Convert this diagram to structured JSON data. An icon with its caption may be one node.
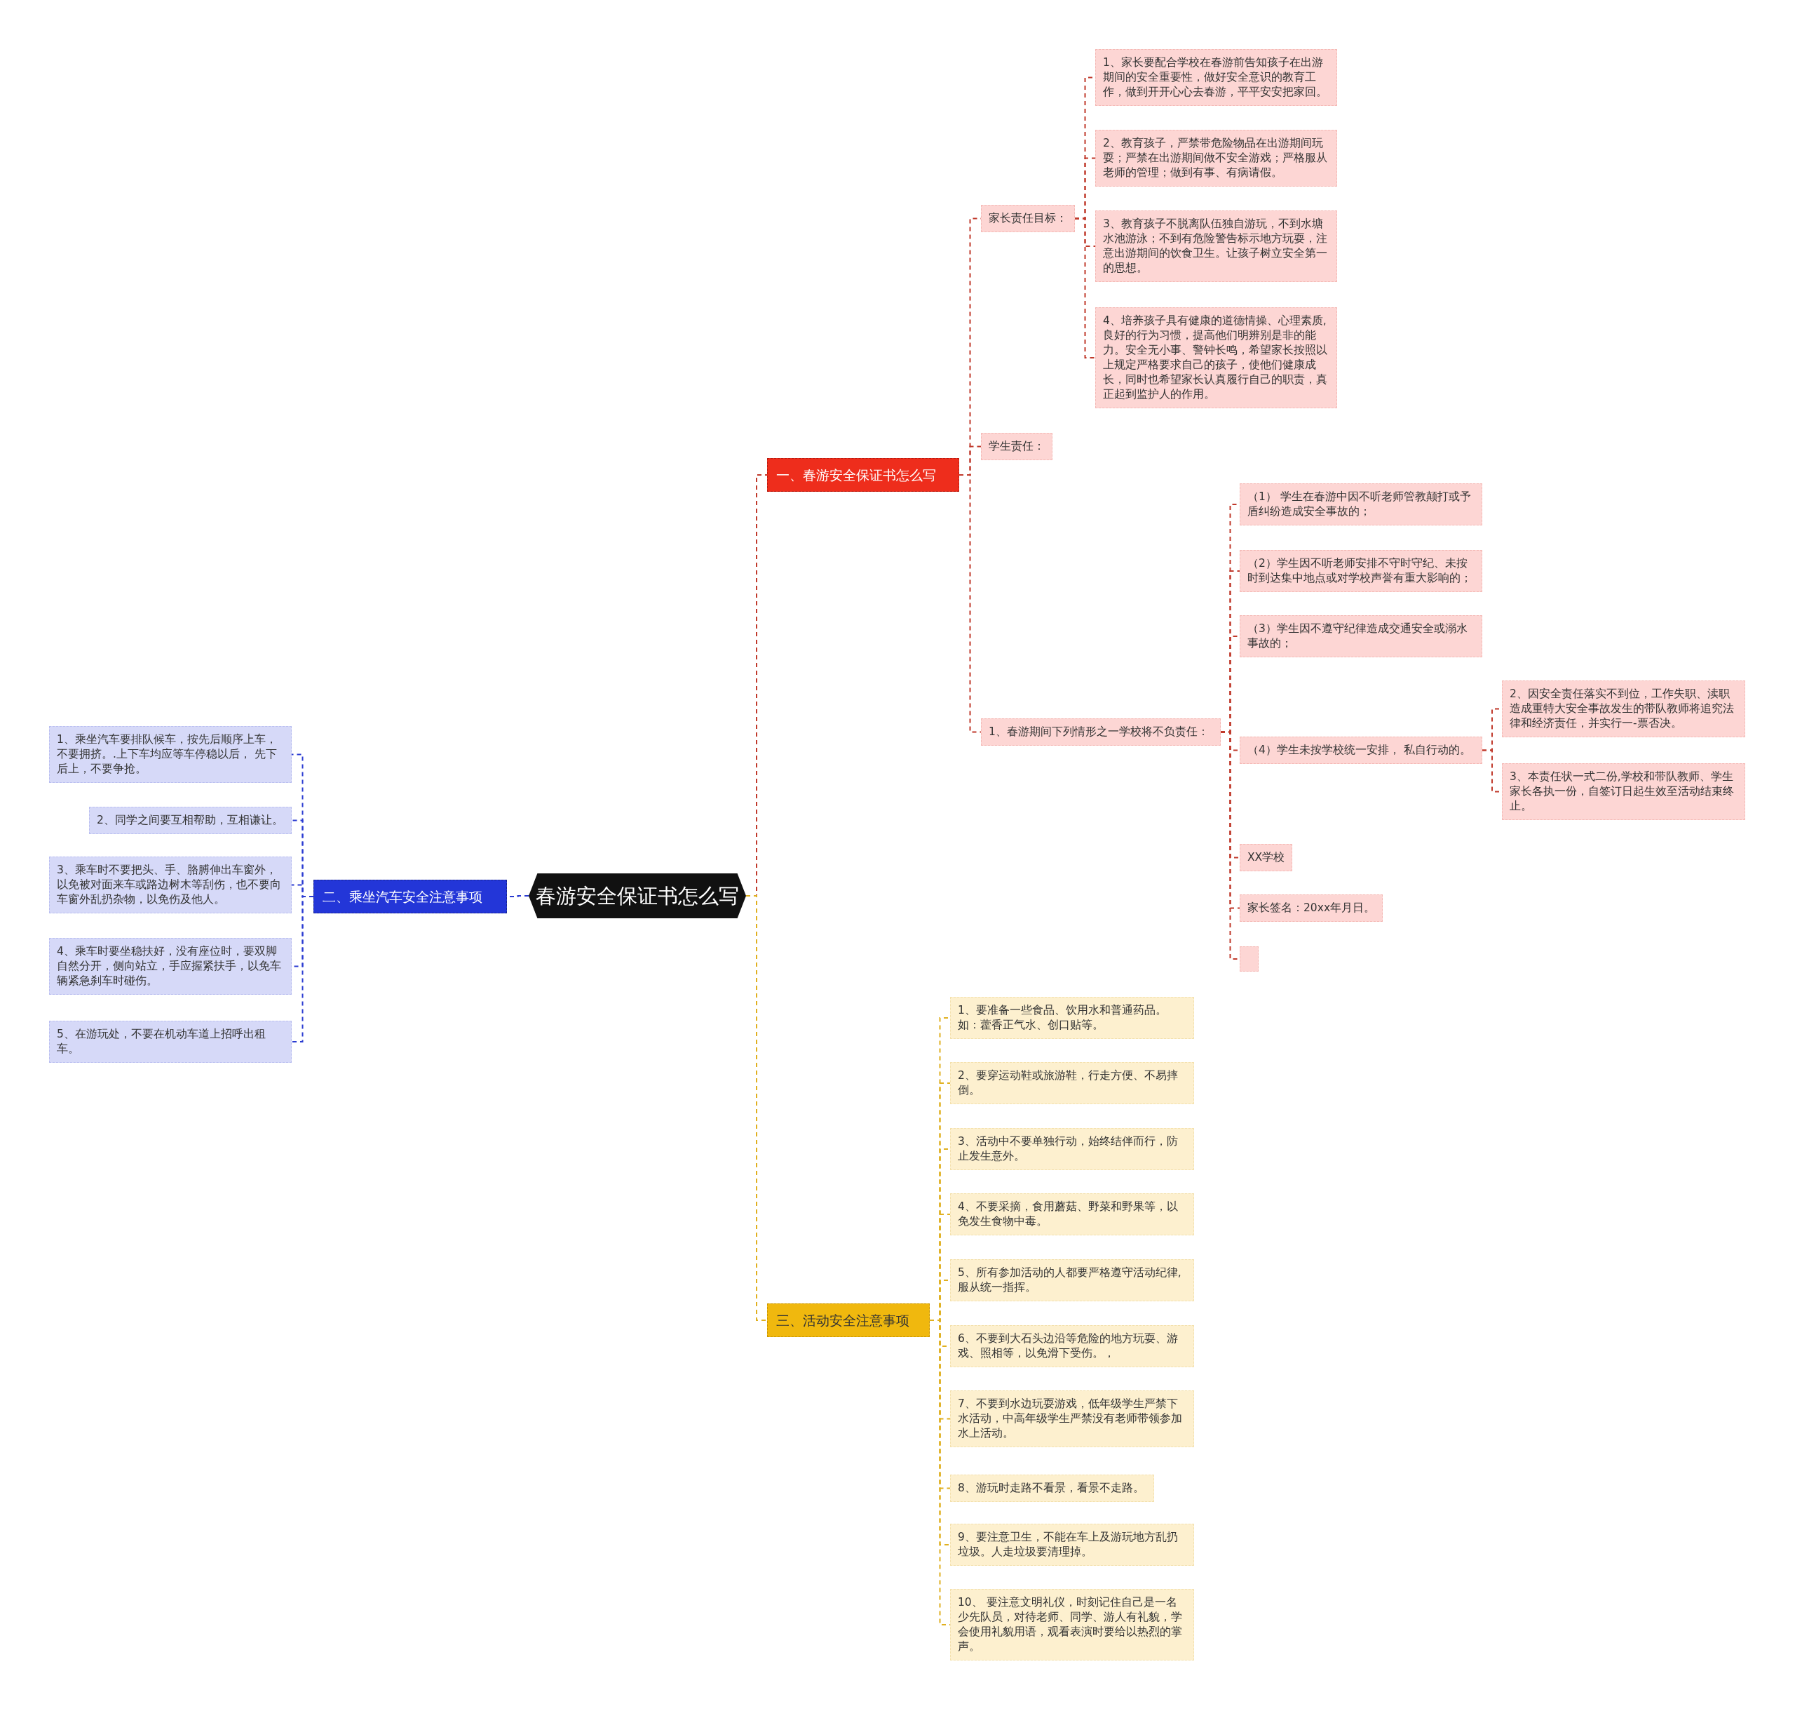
{
  "diagram": {
    "nodes": [
      {
        "text": [
          "春游安全保证书怎么写"
        ]
      },
      {
        "text": [
          "一、春游安全保证书怎么写"
        ]
      },
      {
        "text": [
          "家长责任目标："
        ]
      },
      {
        "text": [
          "1、家长要配合学校在春游前告知孩子在出游期间的安全重要性，做好安全意识的教育工作，做到开开心心去春游，平平安安把家回。"
        ]
      },
      {
        "text": [
          "2、教育孩子，严禁带危险物品在出游期间玩耍；严禁在出游期间做不安全游戏；严格服从老师的管理；做到有事、有病请假。"
        ]
      },
      {
        "text": [
          "3、教育孩子不脱离队伍独自游玩，不到水塘水池游泳；不到有危险警告标示地方玩耍，注意出游期间的饮食卫生。让孩子树立安全第一的思想。"
        ]
      },
      {
        "text": [
          "4、培养孩子具有健康的道德情操、心理素质,良好的行为习惯，提高他们明辨别是非的能力。安全无小事、警钟长鸣，希望家长按照以上规定严格要求自己的孩子，使他们健康成长，同时也希望家长认真履行自己的职责，真正起到监护人的作用。"
        ]
      },
      {
        "text": [
          "学生责任："
        ]
      },
      {
        "text": [
          "1、春游期间下列情形之一学校将不负责任："
        ]
      },
      {
        "text": [
          "（1） 学生在春游中因不听老师管教颠打或予盾纠纷造成安全事故的；"
        ]
      },
      {
        "text": [
          "（2）学生因不听老师安排不守时守纪、未按时到达集中地点或对学校声誉有重大影响的；"
        ]
      },
      {
        "text": [
          "（3）学生因不遵守纪律造成交通安全或溺水事故的；"
        ]
      },
      {
        "text": [
          "（4）学生未按学校统一安排， 私自行动的。"
        ]
      },
      {
        "text": [
          "2、因安全责任落实不到位，工作失职、渎职造成重特大安全事故发生的带队教师将追究法律和经济责任，并实行一-票否决。"
        ]
      },
      {
        "text": [
          "3、本责任状一式二份,学校和带队教师、学生家长各执一份，自签订日起生效至活动结束终止。"
        ]
      },
      {
        "text": [
          "XX学校"
        ]
      },
      {
        "text": [
          "家长签名：20xx年月日。"
        ]
      },
      {
        "text": [],
        "shape": "box"
      },
      {
        "text": [
          "二、乘坐汽车安全注意事项"
        ]
      },
      {
        "text": [
          "1、乘坐汽车要排队候车，按先后顺序上车，不要拥挤。.上下车均应等车停稳以后， 先下后上，不要争抢。"
        ]
      },
      {
        "text": [
          "2、同学之间要互相帮助，互相谦让。"
        ]
      },
      {
        "text": [
          "3、乘车时不要把头、手、胳膊伸出车窗外，以免被对面来车或路边树木等刮伤，也不要向车窗外乱扔杂物，以免伤及他人。"
        ]
      },
      {
        "text": [
          "4、乘车时要坐稳扶好，没有座位时，要双脚自然分开，侧向站立，手应握紧扶手，以免车辆紧急刹车时碰伤。"
        ]
      },
      {
        "text": [
          "5、在游玩处，不要在机动车道上招呼出租车。"
        ]
      },
      {
        "text": [
          "三、活动安全注意事项"
        ]
      },
      {
        "text": [
          "1、要准备一些食品、饮用水和普通药品。如：藿香正气水、创口贴等。"
        ]
      },
      {
        "text": [
          "2、要穿运动鞋或旅游鞋，行走方便、不易摔倒。"
        ]
      },
      {
        "text": [
          "3、活动中不要单独行动，始终结伴而行，防止发生意外。"
        ]
      },
      {
        "text": [
          "4、不要采摘，食用蘑菇、野菜和野果等，以免发生食物中毒。"
        ]
      },
      {
        "text": [
          "5、所有参加活动的人都要严格遵守活动纪律,服从统一指挥。"
        ]
      },
      {
        "text": [
          "6、不要到大石头边沿等危险的地方玩耍、游戏、照相等，以免滑下受伤。，"
        ]
      },
      {
        "text": [
          "7、不要到水边玩耍游戏，低年级学生严禁下水活动，中高年级学生严禁没有老师带领参加水上活动。"
        ]
      },
      {
        "text": [
          "8、游玩时走路不看景，看景不走路。"
        ]
      },
      {
        "text": [
          "9、要注意卫生，不能在车上及游玩地方乱扔垃圾。人走垃圾要清理掉。"
        ]
      },
      {
        "text": [
          "10、 要注意文明礼仪，时刻记住自己是一名少先队员，对待老师、同学、游人有礼貌，学会使用礼貌用语，观看表演时要给以热烈的掌声。"
        ]
      }
    ],
    "edges": [
      {
        "from": 0,
        "to": 1,
        "arrow": "none"
      },
      {
        "from": 1,
        "to": 2,
        "arrow": "none"
      },
      {
        "from": 2,
        "to": 3,
        "arrow": "none"
      },
      {
        "from": 2,
        "to": 4,
        "arrow": "none"
      },
      {
        "from": 2,
        "to": 5,
        "arrow": "none"
      },
      {
        "from": 2,
        "to": 6,
        "arrow": "none"
      },
      {
        "from": 1,
        "to": 7,
        "arrow": "none"
      },
      {
        "from": 1,
        "to": 8,
        "arrow": "none"
      },
      {
        "from": 8,
        "to": 9,
        "arrow": "none"
      },
      {
        "from": 8,
        "to": 10,
        "arrow": "none"
      },
      {
        "from": 8,
        "to": 11,
        "arrow": "none"
      },
      {
        "from": 8,
        "to": 12,
        "arrow": "none"
      },
      {
        "from": 12,
        "to": 13,
        "arrow": "none"
      },
      {
        "from": 12,
        "to": 14,
        "arrow": "none"
      },
      {
        "from": 8,
        "to": 15,
        "arrow": "none"
      },
      {
        "from": 8,
        "to": 16,
        "arrow": "none"
      },
      {
        "from": 8,
        "to": 17,
        "arrow": "none"
      },
      {
        "from": 0,
        "to": 18,
        "arrow": "none",
        "color": "#2a3bd1"
      },
      {
        "from": 18,
        "to": 19,
        "arrow": "none",
        "color": "#2a3bd1"
      },
      {
        "from": 18,
        "to": 20,
        "arrow": "none",
        "color": "#2a3bd1"
      },
      {
        "from": 18,
        "to": 21,
        "arrow": "none",
        "color": "#2a3bd1"
      },
      {
        "from": 18,
        "to": 22,
        "arrow": "none",
        "color": "#2a3bd1"
      },
      {
        "from": 18,
        "to": 23,
        "arrow": "none",
        "color": "#2a3bd1"
      },
      {
        "from": 0,
        "to": 24,
        "arrow": "none",
        "color": "#e0b020"
      },
      {
        "from": 24,
        "to": 25,
        "arrow": "none",
        "color": "#e0b020"
      },
      {
        "from": 24,
        "to": 26,
        "arrow": "none",
        "color": "#e0b020"
      },
      {
        "from": 24,
        "to": 27,
        "arrow": "none",
        "color": "#e0b020"
      },
      {
        "from": 24,
        "to": 28,
        "arrow": "none",
        "color": "#e0b020"
      },
      {
        "from": 24,
        "to": 29,
        "arrow": "none",
        "color": "#e0b020"
      },
      {
        "from": 24,
        "to": 30,
        "arrow": "none",
        "color": "#e0b020"
      },
      {
        "from": 24,
        "to": 31,
        "arrow": "none",
        "color": "#e0b020"
      },
      {
        "from": 24,
        "to": 32,
        "arrow": "none",
        "color": "#e0b020"
      },
      {
        "from": 24,
        "to": 33,
        "arrow": "none",
        "color": "#e0b020"
      },
      {
        "from": 24,
        "to": 34,
        "arrow": "none",
        "color": "#e0b020"
      }
    ]
  }
}
